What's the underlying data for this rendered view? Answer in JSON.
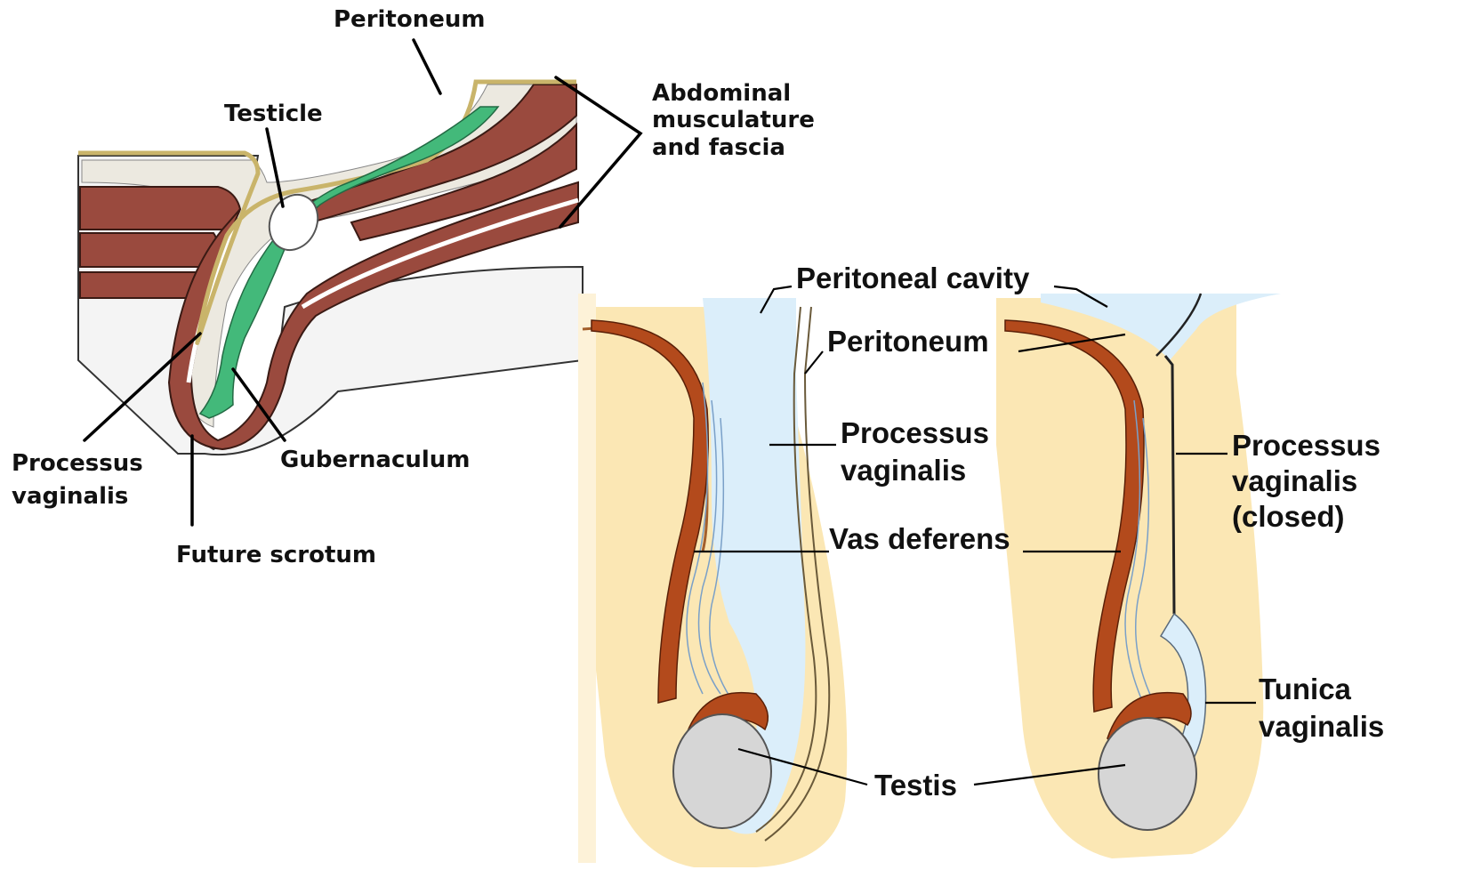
{
  "figure_a": {
    "labels": {
      "peritoneum": "Peritoneum",
      "testicle": "Testicle",
      "abdominal_1": "Abdominal",
      "abdominal_2": "musculature",
      "abdominal_3": "and fascia",
      "processus_1": "Processus",
      "processus_2": "vaginalis",
      "gubernaculum": "Gubernaculum",
      "future_scrotum": "Future scrotum"
    }
  },
  "figure_b": {
    "labels": {
      "peritoneal_cavity": "Peritoneal cavity",
      "peritoneum": "Peritoneum",
      "processus_1": "Processus",
      "processus_2": "vaginalis",
      "vas_deferens": "Vas deferens",
      "testis": "Testis",
      "processus_closed_1": "Processus",
      "processus_closed_2": "vaginalis",
      "processus_closed_3": "(closed)",
      "tunica_1": "Tunica",
      "tunica_2": "vaginalis"
    }
  },
  "colors": {
    "muscle": "#9a4a3e",
    "muscle_band": "#ffffff",
    "peritoneum_line": "#c9b46a",
    "gubernaculum": "#43b97a",
    "fat": "#fbe7b4",
    "cavity": "#dbeefa",
    "vas": "#b34a1c",
    "testis": "#d6d6d6"
  }
}
